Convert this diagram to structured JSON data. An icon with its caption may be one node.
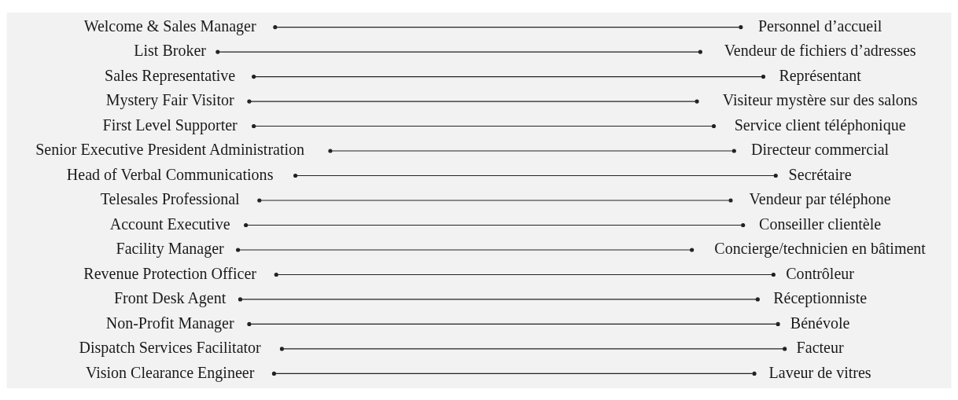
{
  "diagram": {
    "nodes": [
      {
        "text": [
          "Vision Clearance Engineer"
        ]
      },
      {
        "text": [
          "Dispatch Services Facilitator"
        ]
      },
      {
        "text": [
          "Non-Profit Manager"
        ]
      },
      {
        "text": [
          "Front Desk Agent"
        ]
      },
      {
        "text": [
          "Revenue Protection Officer"
        ]
      },
      {
        "text": [
          "Facility Manager"
        ]
      },
      {
        "text": [
          "Account Executive"
        ]
      },
      {
        "text": [
          "Telesales Professional"
        ]
      },
      {
        "text": [
          "Head of Verbal Communications"
        ]
      },
      {
        "text": [
          "Senior Executive President Administration"
        ]
      },
      {
        "text": [
          "First Level Supporter"
        ]
      },
      {
        "text": [
          "Mystery Fair Visitor"
        ]
      },
      {
        "text": [
          "Sales Representative"
        ]
      },
      {
        "text": [
          "List Broker"
        ]
      },
      {
        "text": [
          "Welcome & Sales Manager"
        ]
      },
      {
        "text": [
          "Bénévole"
        ]
      },
      {
        "text": [
          "Concierge/technicien en bâtiment"
        ]
      },
      {
        "text": [
          "Visiteur mystère sur des salons"
        ]
      },
      {
        "text": [
          "Vendeur par téléphone"
        ]
      },
      {
        "text": [
          "Facteur"
        ]
      },
      {
        "text": [
          "Contrôleur"
        ]
      },
      {
        "text": [
          "Personnel d’accueil"
        ]
      },
      {
        "text": [
          "Conseiller clientèle"
        ]
      },
      {
        "text": [
          "Représentant"
        ]
      },
      {
        "text": [
          "Laveur de vitres"
        ]
      },
      {
        "text": [
          "Service client téléphonique"
        ]
      },
      {
        "text": [
          "Réceptionniste"
        ]
      },
      {
        "text": [
          "Vendeur de fichiers d’adresses"
        ]
      },
      {
        "text": [
          "Secrétaire"
        ]
      },
      {
        "text": [
          "Directeur commercial"
        ]
      }
    ],
    "edges": [
      {
        "from": 0,
        "to": 24,
        "arrow": "other"
      },
      {
        "from": 1,
        "to": 19,
        "arrow": "other"
      },
      {
        "from": 2,
        "to": 15,
        "arrow": "other"
      },
      {
        "from": 3,
        "to": 26,
        "arrow": "other"
      },
      {
        "from": 4,
        "to": 20,
        "arrow": "other"
      },
      {
        "from": 5,
        "to": 16,
        "arrow": "other"
      },
      {
        "from": 6,
        "to": 22,
        "arrow": "other"
      },
      {
        "from": 7,
        "to": 18,
        "arrow": "other"
      },
      {
        "from": 8,
        "to": 28,
        "arrow": "other"
      },
      {
        "from": 9,
        "to": 29,
        "arrow": "other"
      },
      {
        "from": 10,
        "to": 25,
        "arrow": "other"
      },
      {
        "from": 11,
        "to": 17,
        "arrow": "other"
      },
      {
        "from": 12,
        "to": 23,
        "arrow": "other"
      },
      {
        "from": 13,
        "to": 27,
        "arrow": "other"
      },
      {
        "from": 14,
        "to": 21,
        "arrow": "other"
      }
    ]
  }
}
